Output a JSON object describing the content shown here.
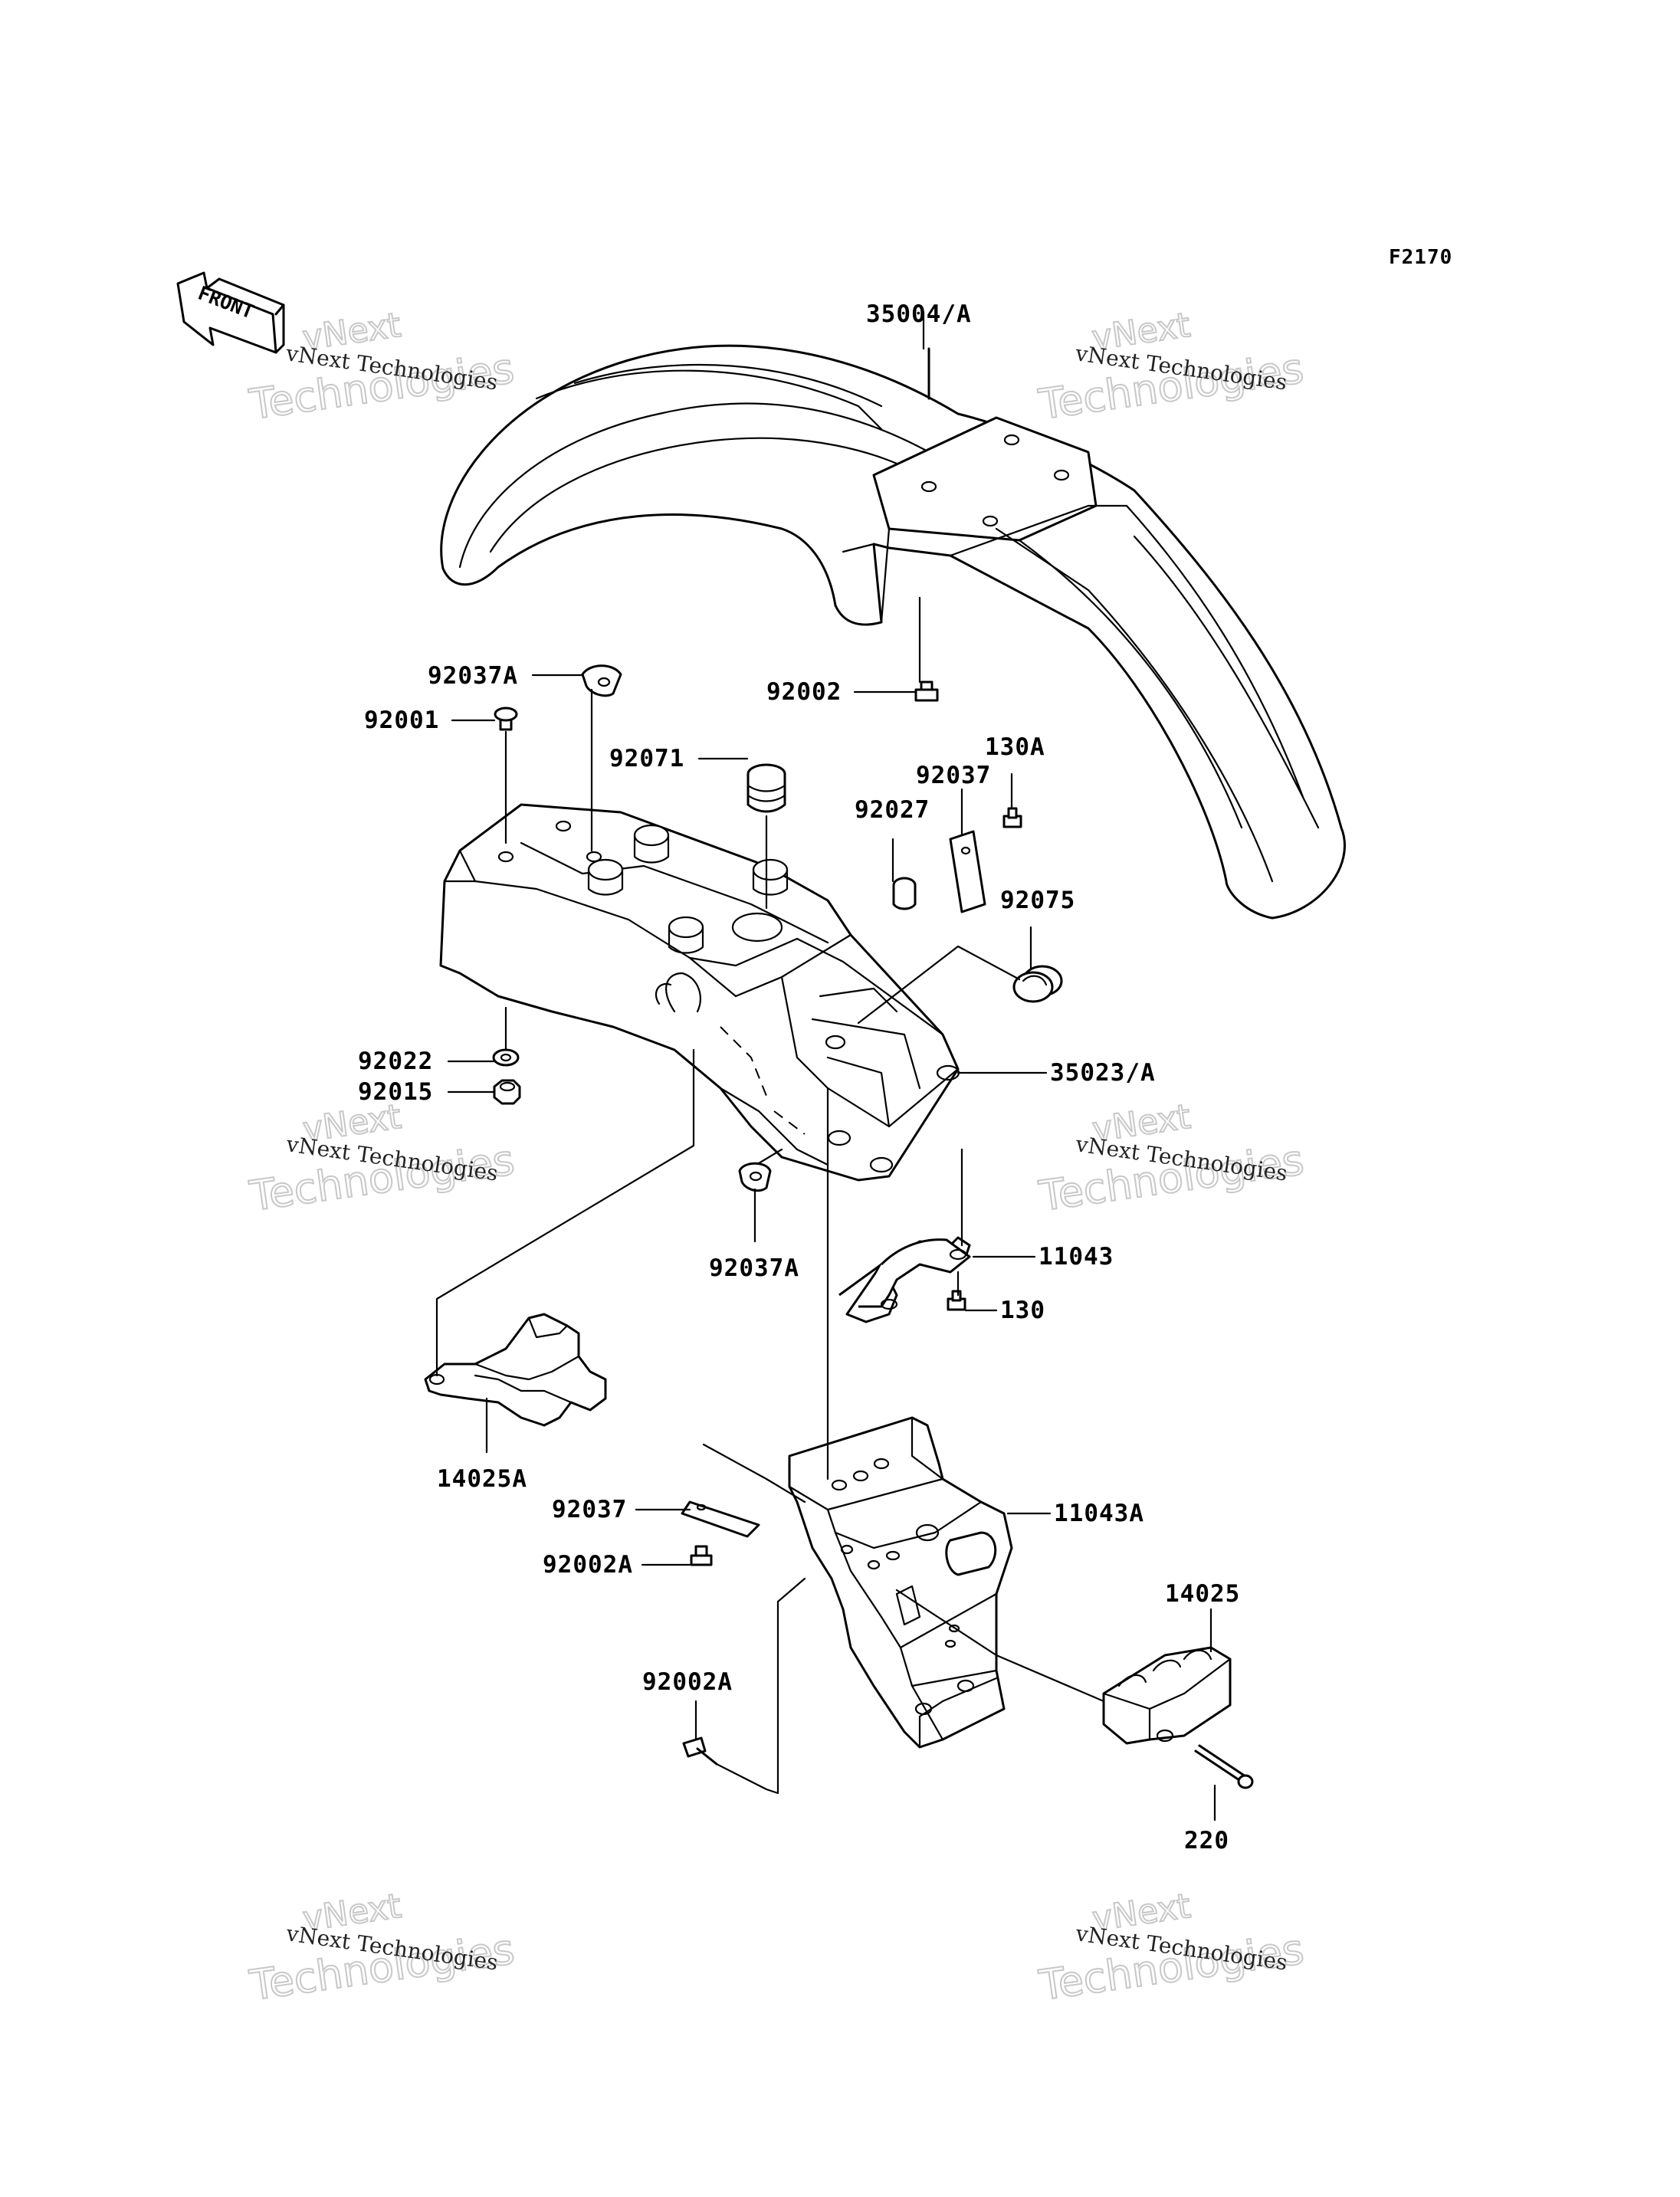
{
  "figure_id": "F2170",
  "front_arrow": {
    "text": "FRONT",
    "icon": "front-arrow-icon"
  },
  "watermark": {
    "line1": "vNext Technologies",
    "line2a": "vNext",
    "line2b": "Technologies"
  },
  "parts": {
    "p35004A": "35004/A",
    "p92037A_top": "92037A",
    "p92001": "92001",
    "p92002": "92002",
    "p92071": "92071",
    "p92037_top": "92037",
    "p130A": "130A",
    "p92027": "92027",
    "p92075": "92075",
    "p92022": "92022",
    "p92015": "92015",
    "p35023A": "35023/A",
    "p92037A_mid": "92037A",
    "p11043": "11043",
    "p130": "130",
    "p14025A": "14025A",
    "p92037_low": "92037",
    "p11043A": "11043A",
    "p92002A_a": "92002A",
    "p14025": "14025",
    "p92002A_b": "92002A",
    "p220": "220"
  }
}
